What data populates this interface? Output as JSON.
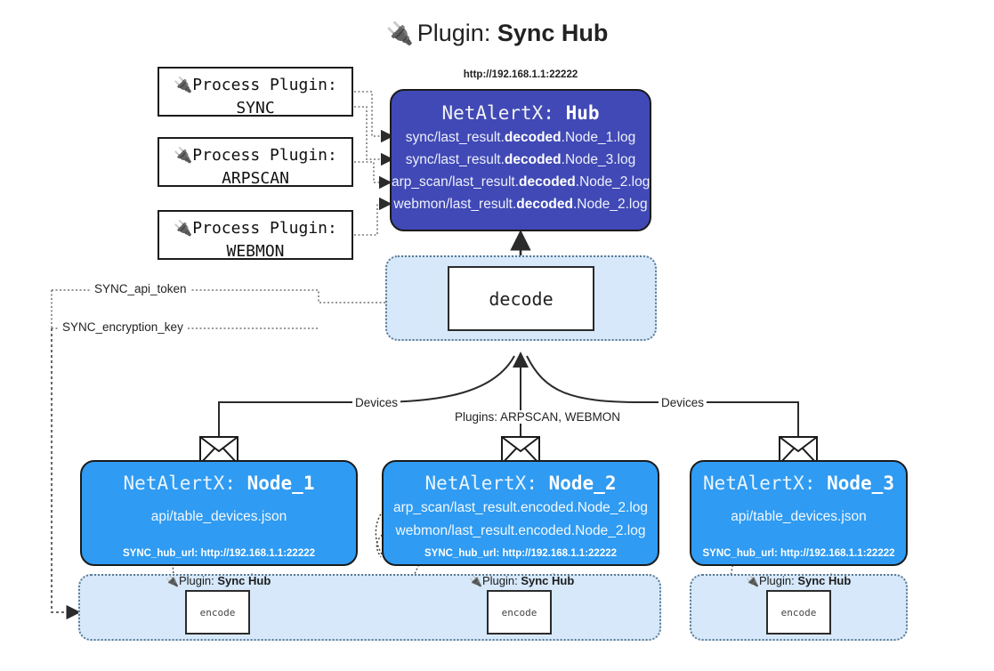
{
  "title": {
    "icon": "plug-icon",
    "prefix": "Plugin: ",
    "name": "Sync Hub"
  },
  "process_plugins": [
    {
      "icon": "plug-icon",
      "line1": "Process Plugin:",
      "line2": "SYNC"
    },
    {
      "icon": "plug-icon",
      "line1": "Process Plugin:",
      "line2": "ARPSCAN"
    },
    {
      "icon": "plug-icon",
      "line1": "Process Plugin:",
      "line2": "WEBMON"
    }
  ],
  "hub": {
    "url": "http://192.168.1.1:22222",
    "title_prefix": "NetAlertX: ",
    "title_name": "Hub",
    "logs": [
      {
        "pre": "sync/last_result.",
        "mid": "decoded",
        "post": ".Node_1.log"
      },
      {
        "pre": "sync/last_result.",
        "mid": "decoded",
        "post": ".Node_3.log"
      },
      {
        "pre": "arp_scan/last_result.",
        "mid": "decoded",
        "post": ".Node_2.log"
      },
      {
        "pre": "webmon/last_result.",
        "mid": "decoded",
        "post": ".Node_2.log"
      }
    ]
  },
  "decode": {
    "label": "decode"
  },
  "secrets": [
    {
      "label": "SYNC_api_token"
    },
    {
      "label": "SYNC_encryption_key"
    }
  ],
  "edge_labels": {
    "devices_left": "Devices",
    "plugins_center": "Plugins: ARPSCAN, WEBMON",
    "devices_right": "Devices"
  },
  "nodes": [
    {
      "icon": "envelope-icon",
      "title_prefix": "NetAlertX: ",
      "title_name": "Node_1",
      "lines": [
        "api/table_devices.json"
      ],
      "hub_url_label": "SYNC_hub_url: http://192.168.1.1:22222"
    },
    {
      "icon": "envelope-icon",
      "title_prefix": "NetAlertX: ",
      "title_name": "Node_2",
      "lines": [
        "arp_scan/last_result.encoded.Node_2.log",
        "webmon/last_result.encoded.Node_2.log"
      ],
      "hub_url_label": "SYNC_hub_url: http://192.168.1.1:22222"
    },
    {
      "icon": "envelope-icon",
      "title_prefix": "NetAlertX: ",
      "title_name": "Node_3",
      "lines": [
        "api/table_devices.json"
      ],
      "hub_url_label": "SYNC_hub_url: http://192.168.1.1:22222"
    }
  ],
  "encoders": [
    {
      "icon": "plug-icon",
      "plugin_prefix": "Plugin: ",
      "plugin_name": "Sync Hub",
      "label": "encode"
    },
    {
      "icon": "plug-icon",
      "plugin_prefix": "Plugin: ",
      "plugin_name": "Sync Hub",
      "label": "encode"
    },
    {
      "icon": "plug-icon",
      "plugin_prefix": "Plugin: ",
      "plugin_name": "Sync Hub",
      "label": "encode"
    }
  ],
  "colors": {
    "hub": "#4049b5",
    "node": "#2f9bf2",
    "band": "#d6e8fa",
    "stroke": "#1b1b1b"
  }
}
